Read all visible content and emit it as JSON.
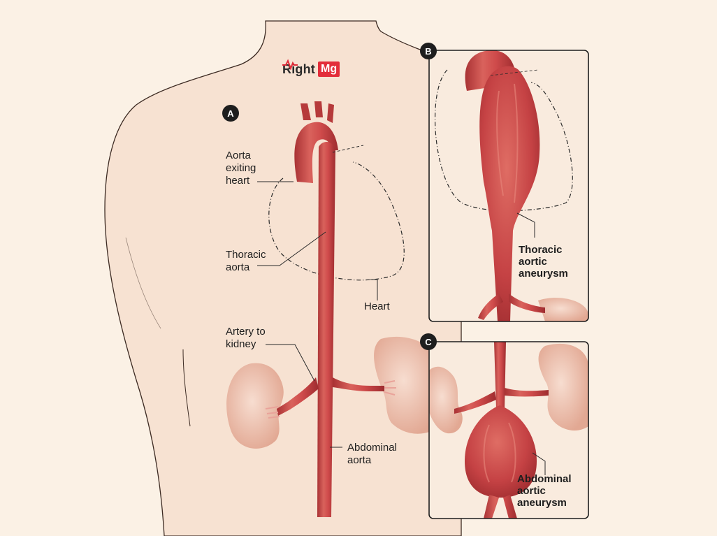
{
  "logo": {
    "text": "Right",
    "badge": "Mg"
  },
  "panel_a": {
    "marker": "A",
    "labels": {
      "aorta_exiting_heart": "Aorta\nexiting\nheart",
      "thoracic_aorta": "Thoracic\naorta",
      "heart": "Heart",
      "artery_to_kidney": "Artery to\nkidney",
      "abdominal_aorta": "Abdominal\naorta"
    }
  },
  "panel_b": {
    "marker": "B",
    "label": "Thoracic\naortic\naneurysm"
  },
  "panel_c": {
    "marker": "C",
    "label": "Abdominal\naortic\naneurysm"
  },
  "colors": {
    "background": "#fbf1e5",
    "skin": "#f7e2d2",
    "artery": "#cf4b4b",
    "artery_dark": "#a93234",
    "kidney": "#eec0ad",
    "brand": "#e32d3a"
  }
}
